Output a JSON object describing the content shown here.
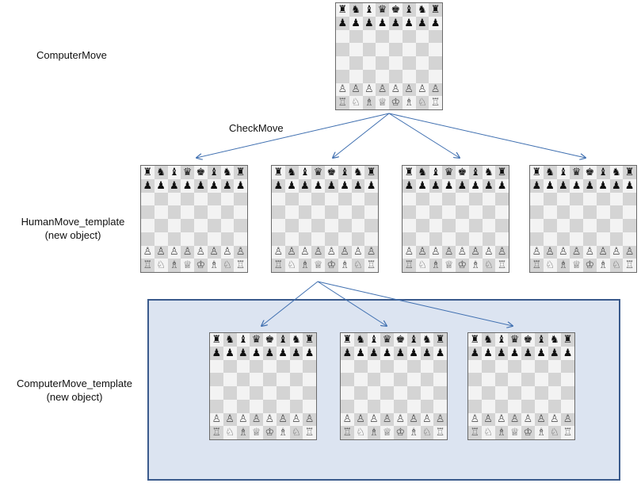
{
  "labels": {
    "computer_move": "ComputerMove",
    "check_move": "CheckMove",
    "human_move_template": [
      "HumanMove_template",
      "(new object)"
    ],
    "computer_move_template": [
      "ComputerMove_template",
      "(new object)"
    ]
  },
  "colors": {
    "arrow": "#3f6fb0",
    "region_fill": "#dce4f1",
    "region_border": "#3a5a8c"
  },
  "board": {
    "rank8": [
      "♜",
      "♞",
      "♝",
      "♛",
      "♚",
      "♝",
      "♞",
      "♜"
    ],
    "rank7": [
      "♟",
      "♟",
      "♟",
      "♟",
      "♟",
      "♟",
      "♟",
      "♟"
    ],
    "rank2": [
      "♙",
      "♙",
      "♙",
      "♙",
      "♙",
      "♙",
      "♙",
      "♙"
    ],
    "rank1": [
      "♖",
      "♘",
      "♗",
      "♕",
      "♔",
      "♗",
      "♘",
      "♖"
    ]
  },
  "tree": {
    "root": "computer-move-board",
    "level1": [
      "human-move-board-1",
      "human-move-board-2",
      "human-move-board-3",
      "human-move-board-4"
    ],
    "level2_parent": "human-move-board-2",
    "level2": [
      "computer-template-board-1",
      "computer-template-board-2",
      "computer-template-board-3"
    ]
  }
}
